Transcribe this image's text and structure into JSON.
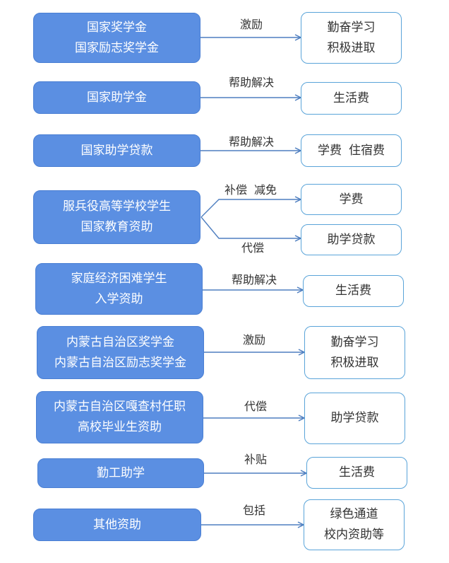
{
  "diagram": {
    "rows": [
      {
        "source": [
          "国家奖学金",
          "国家励志奖学金"
        ],
        "edge": "激励",
        "target": [
          "勤奋学习",
          "积极进取"
        ]
      },
      {
        "source": [
          "国家助学金"
        ],
        "edge": "帮助解决",
        "target": [
          "生活费"
        ]
      },
      {
        "source": [
          "国家助学贷款"
        ],
        "edge": "帮助解决",
        "target": [
          "学费",
          "住宿费"
        ]
      },
      {
        "source": [
          "服兵役高等学校学生",
          "国家教育资助"
        ],
        "edges": [
          {
            "label": [
              "补偿",
              "减免"
            ],
            "target": [
              "学费"
            ]
          },
          {
            "label": [
              "代偿"
            ],
            "target": [
              "助学贷款"
            ]
          }
        ]
      },
      {
        "source": [
          "家庭经济困难学生",
          "入学资助"
        ],
        "edge": "帮助解决",
        "target": [
          "生活费"
        ]
      },
      {
        "source": [
          "内蒙古自治区奖学金",
          "内蒙古自治区励志奖学金"
        ],
        "edge": "激励",
        "target": [
          "勤奋学习",
          "积极进取"
        ]
      },
      {
        "source": [
          "内蒙古自治区嘎查村任职",
          "高校毕业生资助"
        ],
        "edge": "代偿",
        "target": [
          "助学贷款"
        ]
      },
      {
        "source": [
          "勤工助学"
        ],
        "edge": "补贴",
        "target": [
          "生活费"
        ]
      },
      {
        "source": [
          "其他资助"
        ],
        "edge": "包括",
        "target": [
          "绿色通道",
          "校内资助等"
        ]
      }
    ]
  },
  "colors": {
    "source_fill": "#5b8fe2",
    "target_border": "#5aa4d9",
    "arrow": "#4f7fc0"
  }
}
